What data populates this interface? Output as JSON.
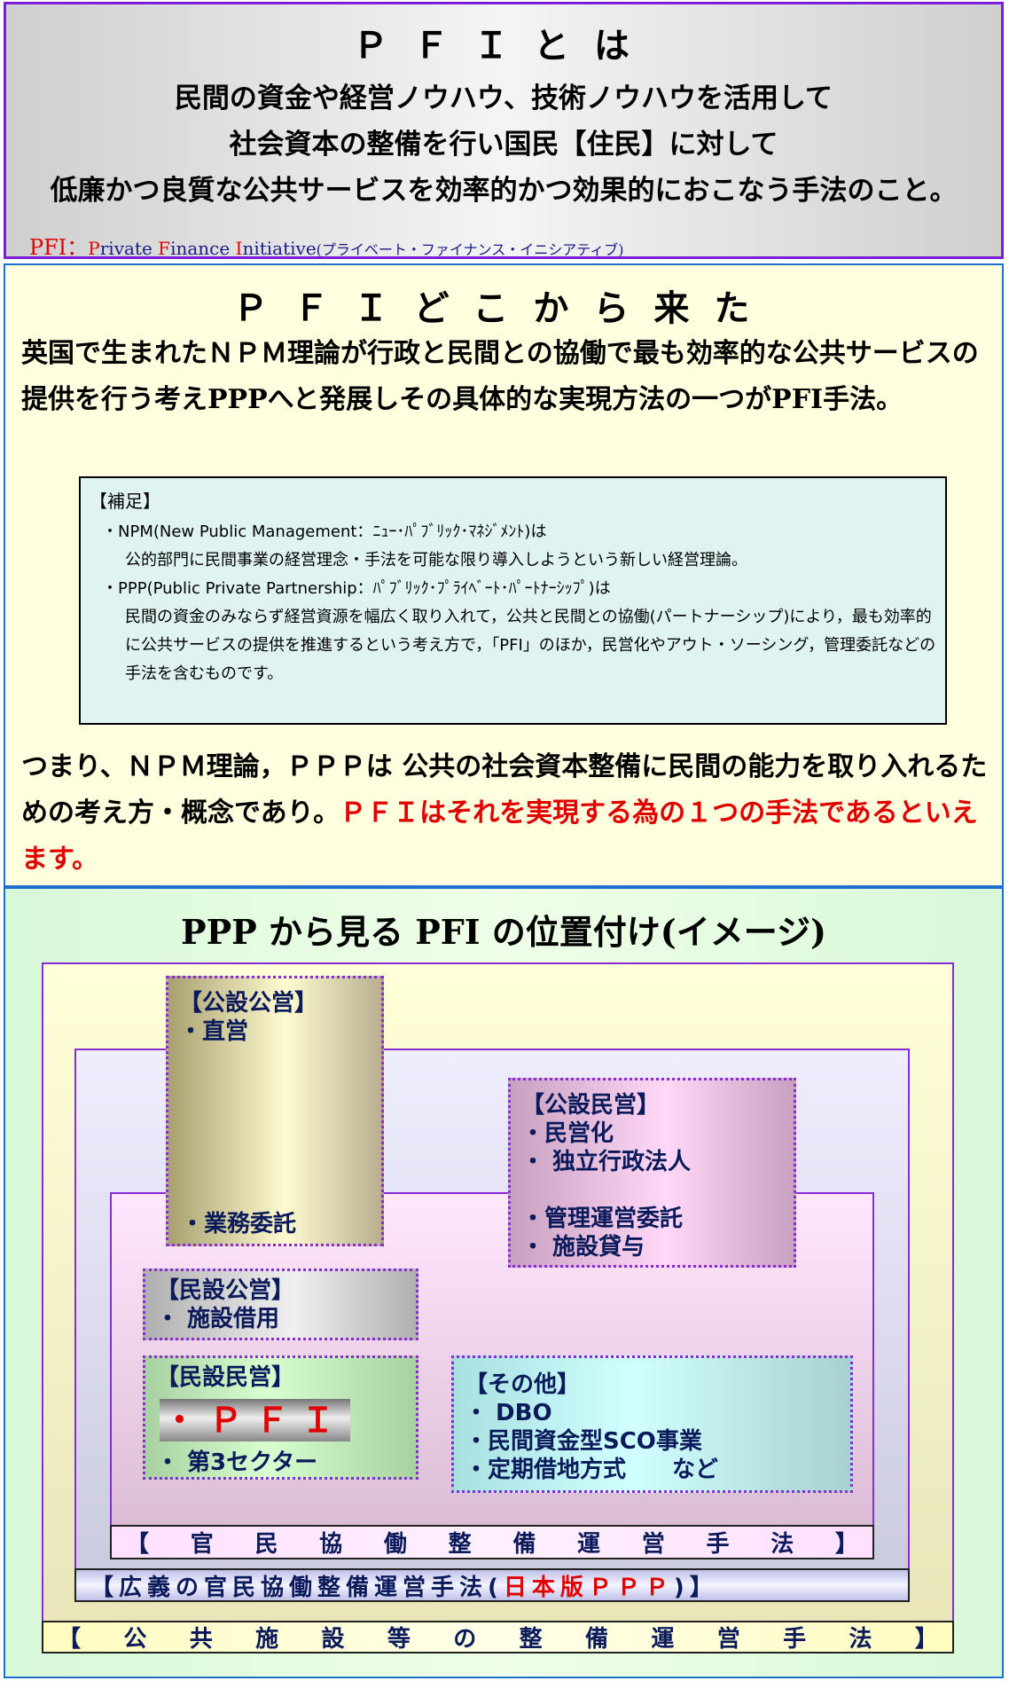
{
  "intro": {
    "title": "ＰＦＩとは",
    "lines": [
      "民間の資金や経営ノウハウ、技術ノウハウを活用して",
      "社会資本の整備を行い国民【住民】に対して",
      "低廉かつ良質な公共サービスを効率的かつ効果的におこなう手法のこと。"
    ],
    "abbr_label": "PFI：",
    "abbr_p": "P",
    "abbr_rivate": "rivate ",
    "abbr_f": "F",
    "abbr_inance": "inance ",
    "abbr_i": "I",
    "abbr_nitiative": "nitiative",
    "abbr_kana": "(プライベート・ファイナンス・イニシアティブ)"
  },
  "origin": {
    "title": "ＰＦＩどこから来た",
    "para1": "英国で生まれたＮＰＭ理論が行政と民間との協働で最も効率的な公共サービスの提供を行う考えPPPへと発展しその具体的な実現方法の一つがPFI手法。",
    "note": {
      "heading": "【補足】",
      "npm_title": "・NPM(New Public Management：ﾆｭｰ･ﾊﾟﾌﾞﾘｯｸ･ﾏﾈｼﾞﾒﾝﾄ)は",
      "npm_body": "公的部門に民間事業の経営理念・手法を可能な限り導入しようという新しい経営理論。",
      "ppp_title": "・PPP(Public Private Partnership：ﾊﾟﾌﾞﾘｯｸ･ﾌﾟﾗｲﾍﾞｰﾄ･ﾊﾟｰﾄﾅｰｼｯﾌﾟ)は",
      "ppp_body": "民間の資金のみならず経営資源を幅広く取り入れて，公共と民間との協働(パートナーシップ)により，最も効率的に公共サービスの提供を推進するという考え方で，「PFI」のほか，民営化やアウト・ソーシング，管理委託などの手法を含むものです。"
    },
    "para2_black": "つまり、ＮＰＭ理論，ＰＰＰは 公共の社会資本整備に民間の能力を取り入れるための考え方・概念であり。",
    "para2_red": "ＰＦＩはそれを実現する為の１つの手法であるといえます。"
  },
  "diagram": {
    "title": "PPP から見る PFI の位置付け(イメージ)",
    "kosetsu_koei": {
      "head": "【公設公営】",
      "items": [
        "・直営"
      ],
      "bottom": "・業務委託"
    },
    "kosetsu_minei": {
      "head": "【公設民営】",
      "items": [
        "・民営化",
        "・ 独立行政法人"
      ],
      "bottom": [
        "・管理運営委託",
        "・ 施設貸与"
      ]
    },
    "minsetsu_koei": {
      "head": "【民設公営】",
      "items": [
        "・ 施設借用"
      ]
    },
    "minsetsu_minei": {
      "head": "【民設民営】",
      "pfi": "・ＰＦＩ",
      "items": [
        "・ 第3セクター"
      ]
    },
    "other": {
      "head": "【その他】",
      "items": [
        "・ DBO",
        "・民間資金型SCO事業",
        "・定期借地方式　　など"
      ]
    },
    "bar_inner": [
      "【",
      "官",
      "民",
      "協",
      "働",
      "整",
      "備",
      "運",
      "営",
      "手",
      "法",
      "】"
    ],
    "bar_middle_black": "【広義の官民協働整備運営手法(",
    "bar_middle_red": "日本版ＰＰＰ",
    "bar_middle_end": ")】",
    "bar_outer": [
      "【",
      "公",
      "共",
      "施",
      "設",
      "等",
      "の",
      "整",
      "備",
      "運",
      "営",
      "手",
      "法",
      "】"
    ]
  }
}
